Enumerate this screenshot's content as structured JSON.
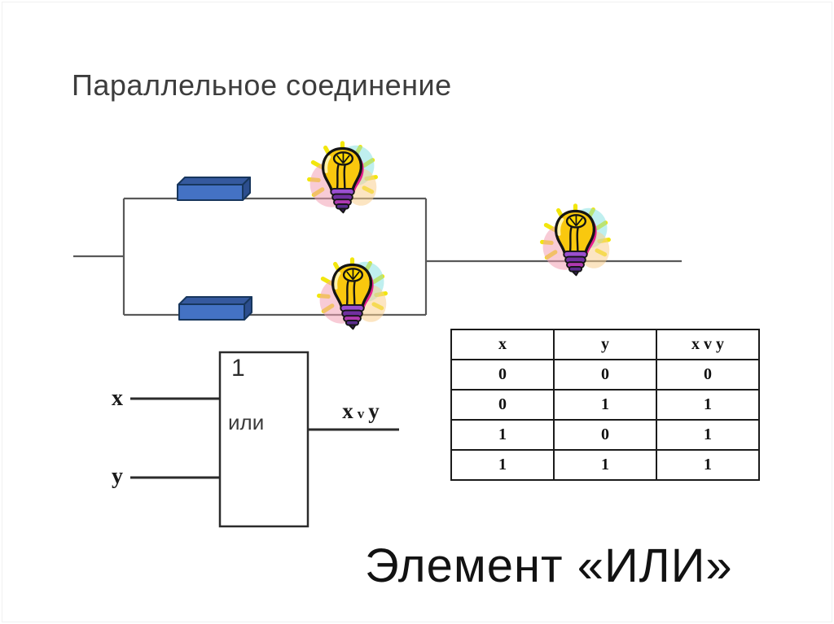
{
  "slide": {
    "title": "Параллельное соединение",
    "caption": "Элемент «ИЛИ»"
  },
  "circuit": {
    "icons": [
      "switch-3d-icon",
      "light-bulb-icon"
    ],
    "branches": 2,
    "lamps": 3,
    "switches": 2
  },
  "gate": {
    "symbol": "1",
    "label": "или",
    "input_labels": [
      "x",
      "y"
    ],
    "output_label_parts": [
      "x",
      "v",
      "y"
    ]
  },
  "truth_table": {
    "headers": [
      "x",
      "y",
      "x v y"
    ],
    "rows": [
      [
        "0",
        "0",
        "0"
      ],
      [
        "0",
        "1",
        "1"
      ],
      [
        "1",
        "0",
        "1"
      ],
      [
        "1",
        "1",
        "1"
      ]
    ]
  },
  "colors": {
    "wire": "#595959",
    "gate_stroke": "#2b2b2b",
    "switch_front": "#4472c4",
    "switch_top": "#35599e",
    "switch_side": "#2c4e8e",
    "switch_outline": "#17365d",
    "bulb_glass": "#f9c80e",
    "bulb_ray": "#f2e60d",
    "bulb_magenta": "#e61f8e",
    "bulb_base": "#7030a0",
    "title_text": "#3d3d3d",
    "caption_text": "#121212",
    "table_border": "#1b1b1b"
  }
}
